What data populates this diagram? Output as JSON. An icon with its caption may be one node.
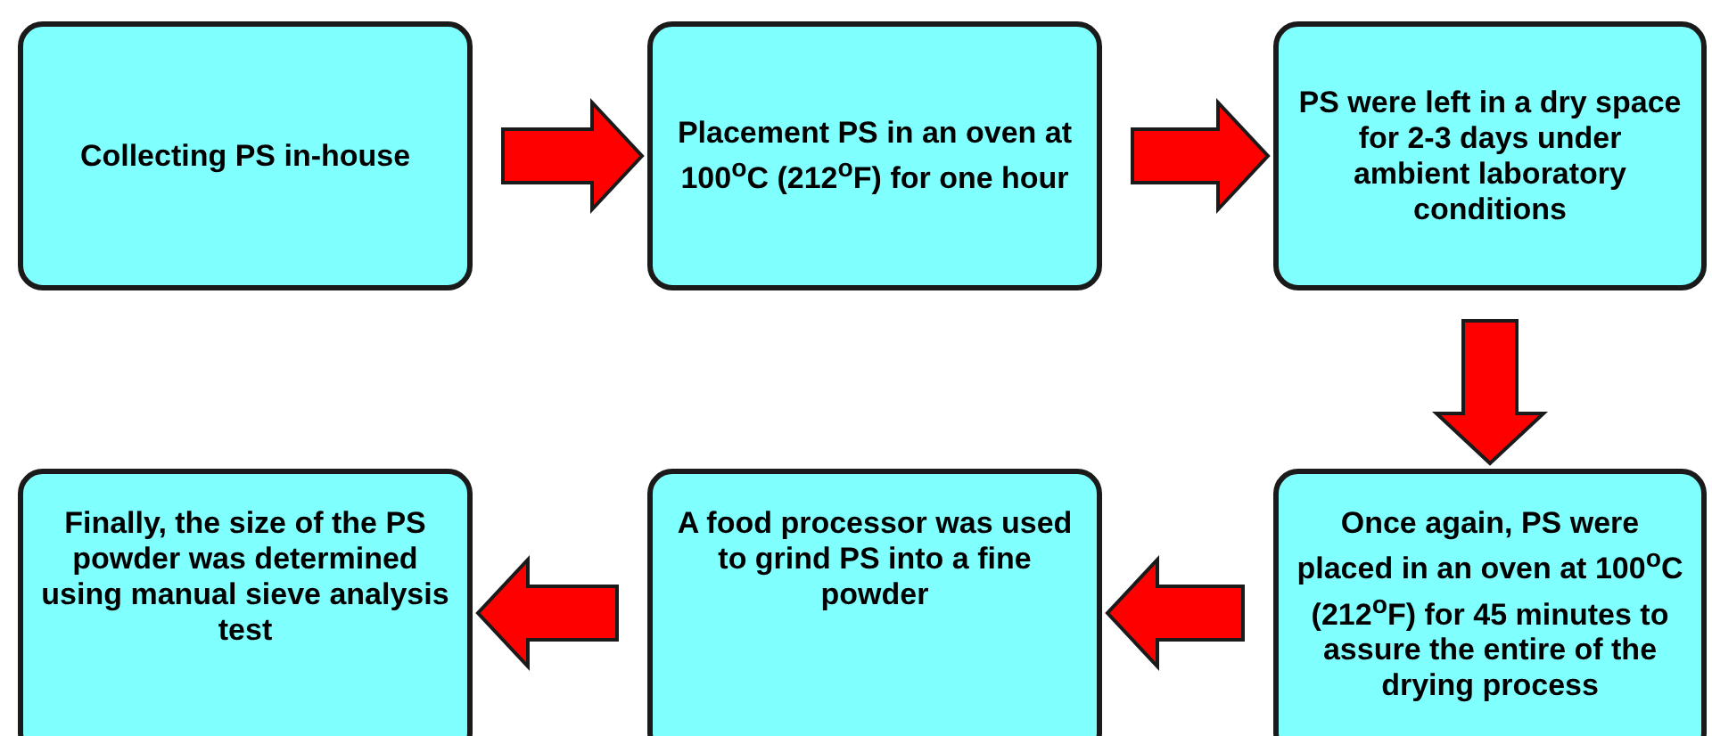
{
  "diagram": {
    "nodes": [
      {
        "text": [
          "Collecting PS in-house"
        ]
      },
      {
        "text": [
          "Placement PS in an oven at 100$^{o}$C (212$^{o}$F) for one hour"
        ]
      },
      {
        "text": [
          "PS were left in a dry space for 2-3 days under ambient laboratory conditions"
        ]
      },
      {
        "text": [
          "Finally, the size of the PS powder was determined using manual sieve analysis test"
        ]
      },
      {
        "text": [
          "A food processor was used to grind PS into a fine powder"
        ]
      },
      {
        "text": [
          "Once again, PS were placed in an oven at 100$^{o}$C (212$^{o}$F)  for 45 minutes to assure the entire of the drying process"
        ]
      }
    ],
    "edges": [
      {
        "from": 0,
        "to": 1,
        "arrow": "to"
      },
      {
        "from": 1,
        "to": 2,
        "arrow": "to"
      },
      {
        "from": 2,
        "to": 5,
        "arrow": "to"
      },
      {
        "from": 5,
        "to": 4,
        "arrow": "to"
      },
      {
        "from": 4,
        "to": 3,
        "arrow": "to"
      }
    ]
  }
}
